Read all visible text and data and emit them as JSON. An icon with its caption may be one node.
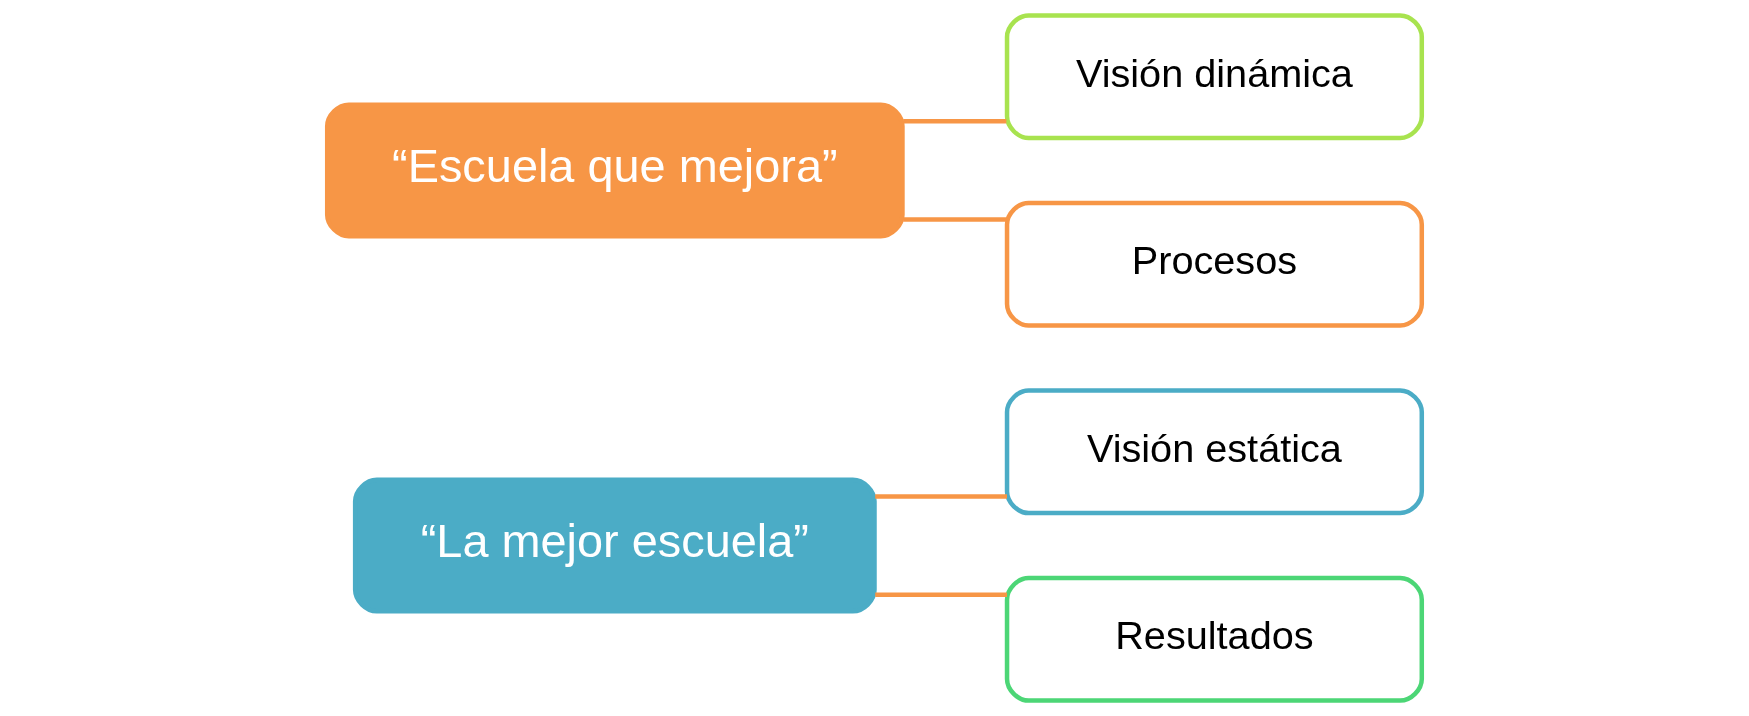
{
  "diagram": {
    "nodes": [
      {
        "text": [
          "“La mejor escuela”"
        ]
      },
      {
        "text": [
          "Visión estática"
        ]
      },
      {
        "text": [
          "Resultados"
        ]
      },
      {
        "text": [
          "“Escuela que mejora”"
        ]
      },
      {
        "text": [
          "Visión dinámica"
        ]
      },
      {
        "text": [
          "Procesos"
        ]
      }
    ],
    "edges": [
      {
        "from": 0,
        "to": 1,
        "arrow": "none"
      },
      {
        "from": 0,
        "to": 2,
        "arrow": "none"
      },
      {
        "from": 3,
        "to": 4,
        "arrow": "none"
      },
      {
        "from": 3,
        "to": 5,
        "arrow": "none"
      }
    ]
  }
}
